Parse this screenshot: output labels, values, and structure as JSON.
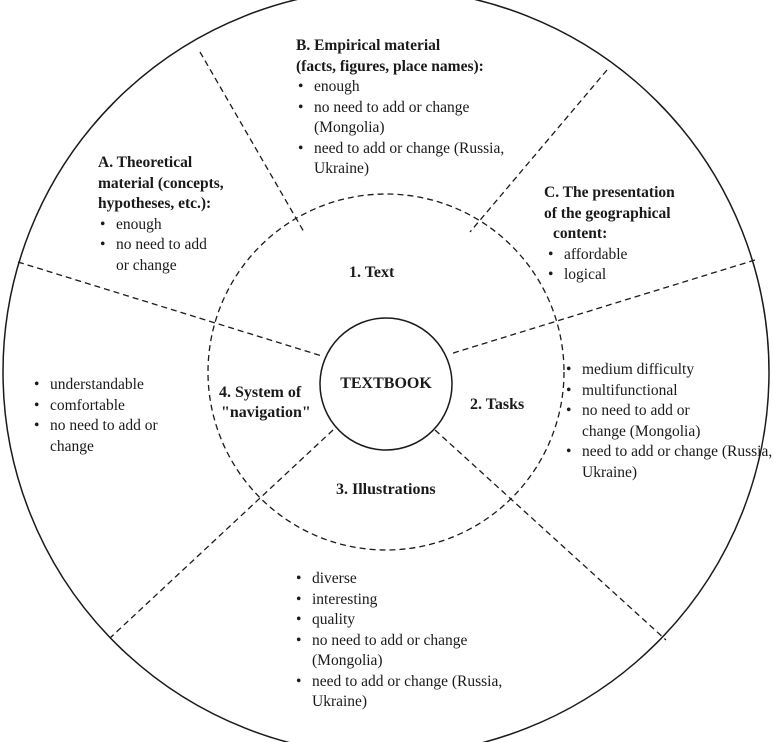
{
  "center": {
    "label": "TEXTBOOK"
  },
  "inner": {
    "text": "1. Text",
    "tasks": "2. Tasks",
    "illustrations": "3. Illustrations",
    "navigation_line1": "4. System of",
    "navigation_line2": "\"navigation\""
  },
  "sectors": {
    "theoretical": {
      "heading": [
        "A. Theoretical",
        "material (concepts,",
        "hypotheses, etc.):"
      ],
      "items": [
        "enough",
        "no need to add or change"
      ]
    },
    "empirical": {
      "heading": [
        "B. Empirical material",
        "(facts, figures, place names):"
      ],
      "items": [
        "enough",
        "no need to add or change (Mongolia)",
        "need to add or change (Russia, Ukraine)"
      ]
    },
    "presentation": {
      "heading": [
        "C. The presentation",
        "of the geographical",
        "content:"
      ],
      "items": [
        "affordable",
        "logical"
      ]
    },
    "tasks": {
      "items": [
        "medium difficulty",
        "multifunctional",
        "no need to add or change (Mongolia)",
        "need to add or change (Russia, Ukraine)"
      ]
    },
    "illustrations": {
      "items": [
        "diverse",
        "interesting",
        "quality",
        "no need to add or change (Mongolia)",
        "need to add or change (Russia, Ukraine)"
      ]
    },
    "navigation": {
      "items": [
        "understandable",
        "comfortable",
        "no need to add or change"
      ]
    }
  }
}
